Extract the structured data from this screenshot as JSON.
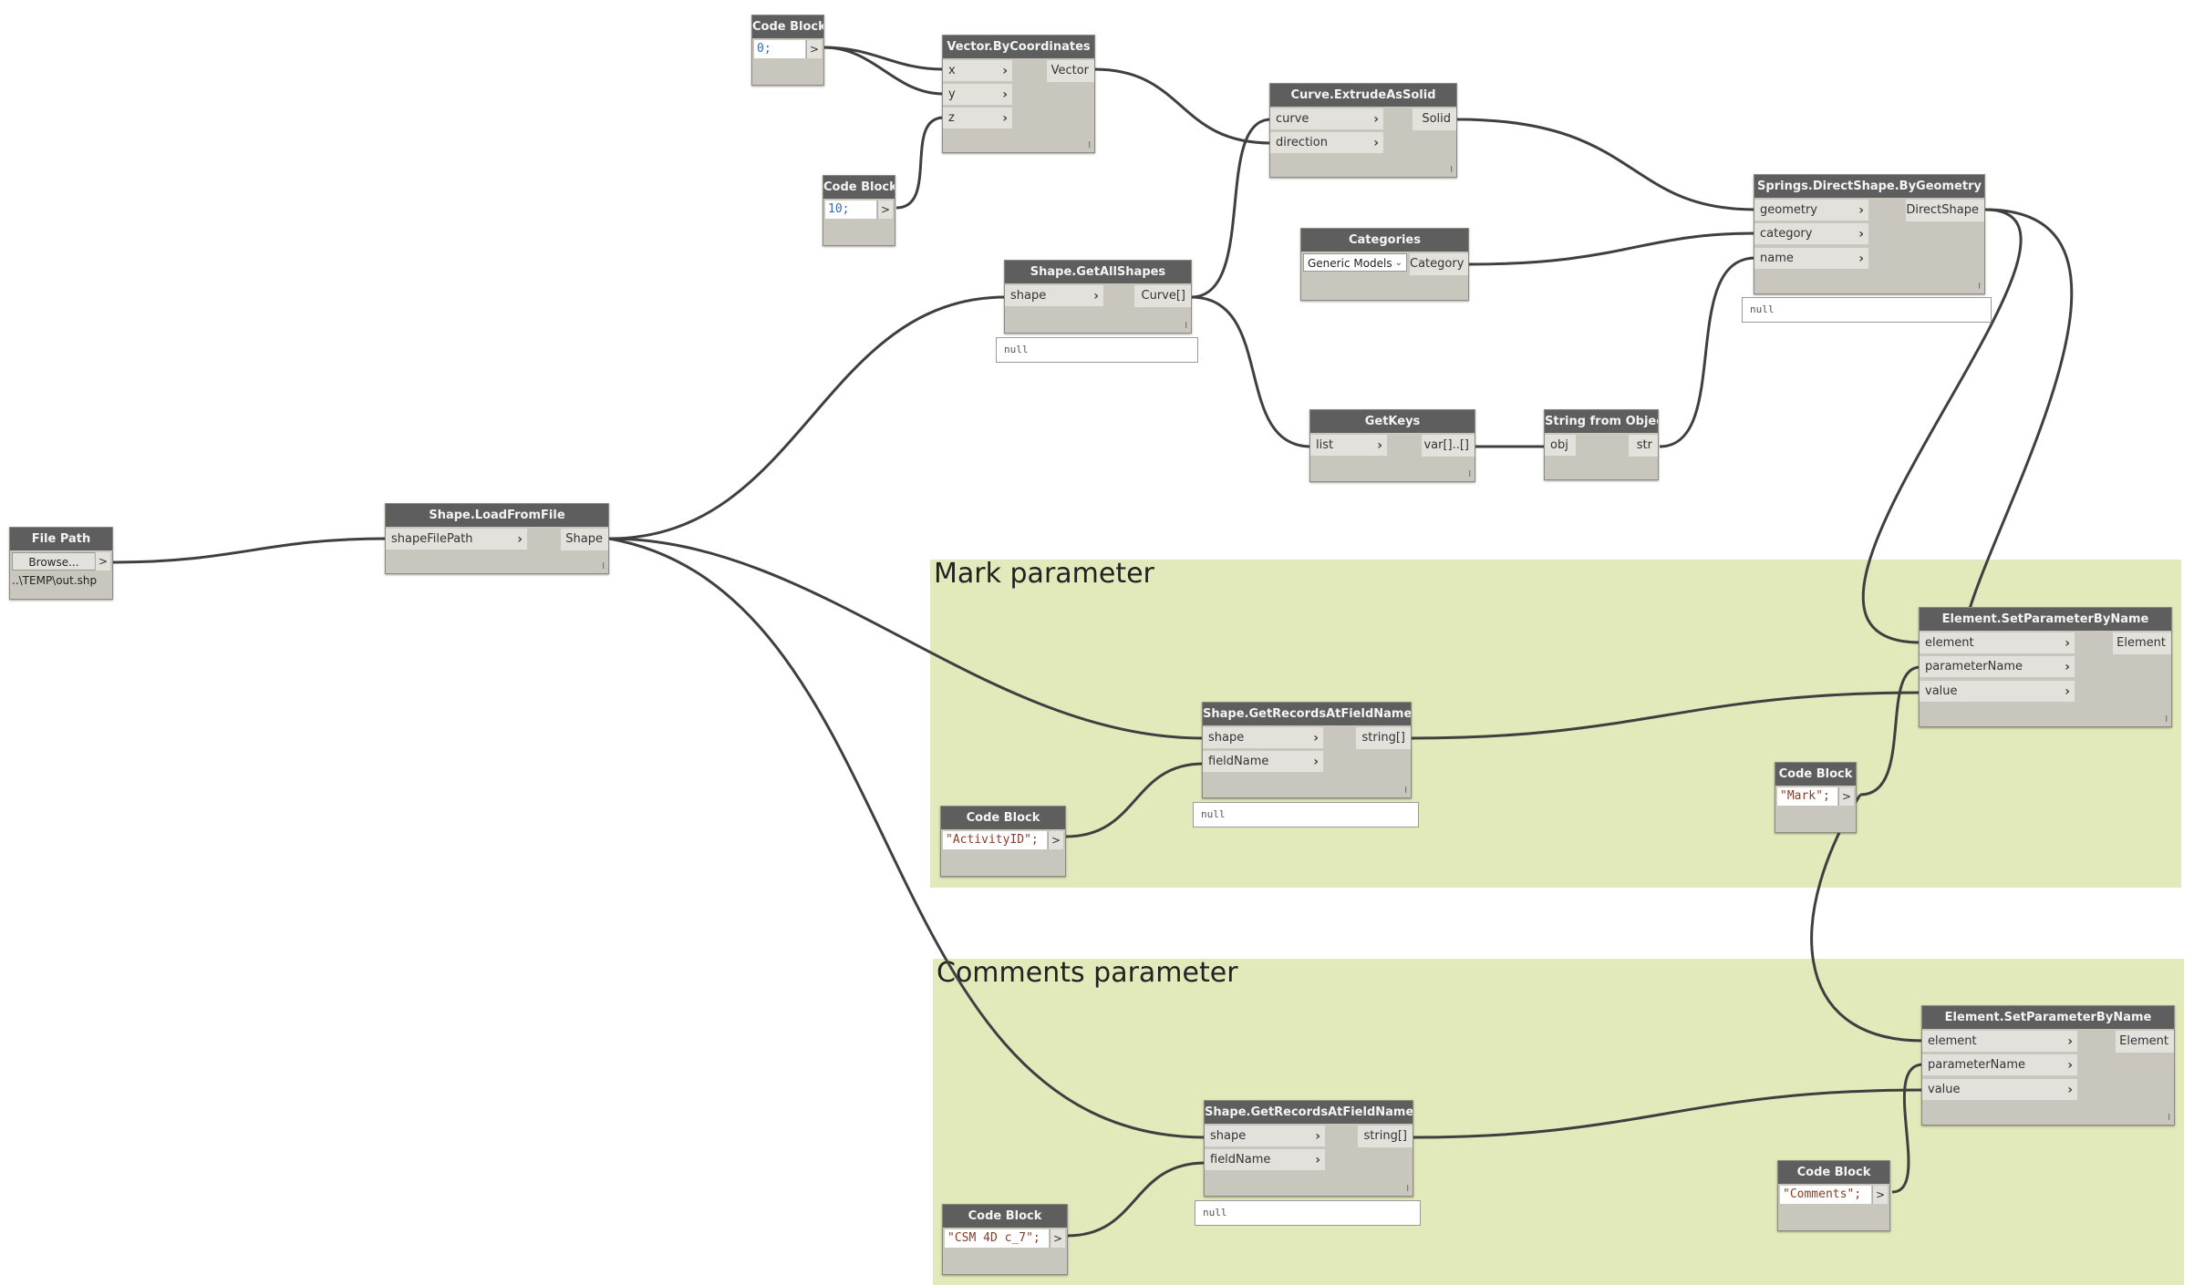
{
  "groups": {
    "mark": {
      "title": "Mark parameter"
    },
    "comments": {
      "title": "Comments parameter"
    }
  },
  "nodes": {
    "file_path": {
      "title": "File Path",
      "button": "Browse...",
      "out": ">",
      "path": "..\\TEMP\\out.shp"
    },
    "load_from_file": {
      "title": "Shape.LoadFromFile",
      "inputs": [
        "shapeFilePath"
      ],
      "output": "Shape"
    },
    "code_block_0": {
      "title": "Code Block",
      "code": "0;",
      "out": ">"
    },
    "code_block_10": {
      "title": "Code Block",
      "code": "10;",
      "out": ">"
    },
    "vector_by_coordinates": {
      "title": "Vector.ByCoordinates",
      "inputs": [
        "x",
        "y",
        "z"
      ],
      "output": "Vector"
    },
    "curve_extrude": {
      "title": "Curve.ExtrudeAsSolid",
      "inputs": [
        "curve",
        "direction"
      ],
      "output": "Solid"
    },
    "get_all_shapes": {
      "title": "Shape.GetAllShapes",
      "inputs": [
        "shape"
      ],
      "output": "Curve[]",
      "preview": "null"
    },
    "categories": {
      "title": "Categories",
      "selected": "Generic Models",
      "output": "Category"
    },
    "direct_shape": {
      "title": "Springs.DirectShape.ByGeometry",
      "inputs": [
        "geometry",
        "category",
        "name"
      ],
      "output": "DirectShape",
      "preview": "null"
    },
    "get_keys": {
      "title": "GetKeys",
      "inputs": [
        "list"
      ],
      "output": "var[]..[]"
    },
    "string_from_object": {
      "title": "String from Object",
      "inputs": [
        "obj"
      ],
      "output": "str"
    },
    "records_mark": {
      "title": "Shape.GetRecordsAtFieldName",
      "inputs": [
        "shape",
        "fieldName"
      ],
      "output": "string[]",
      "preview": "null"
    },
    "code_block_activity": {
      "title": "Code Block",
      "code": "\"ActivityID\";",
      "out": ">"
    },
    "set_param_mark": {
      "title": "Element.SetParameterByName",
      "inputs": [
        "element",
        "parameterName",
        "value"
      ],
      "output": "Element"
    },
    "code_block_mark": {
      "title": "Code Block",
      "code": "\"Mark\";",
      "out": ">"
    },
    "records_comments": {
      "title": "Shape.GetRecordsAtFieldName",
      "inputs": [
        "shape",
        "fieldName"
      ],
      "output": "string[]",
      "preview": "null"
    },
    "code_block_csm": {
      "title": "Code Block",
      "code": "\"CSM 4D c_7\";",
      "out": ">"
    },
    "set_param_comments": {
      "title": "Element.SetParameterByName",
      "inputs": [
        "element",
        "parameterName",
        "value"
      ],
      "output": "Element"
    },
    "code_block_comments": {
      "title": "Code Block",
      "code": "\"Comments\";",
      "out": ">"
    }
  },
  "lacing_glyph": "l",
  "chevron_glyph": "›"
}
